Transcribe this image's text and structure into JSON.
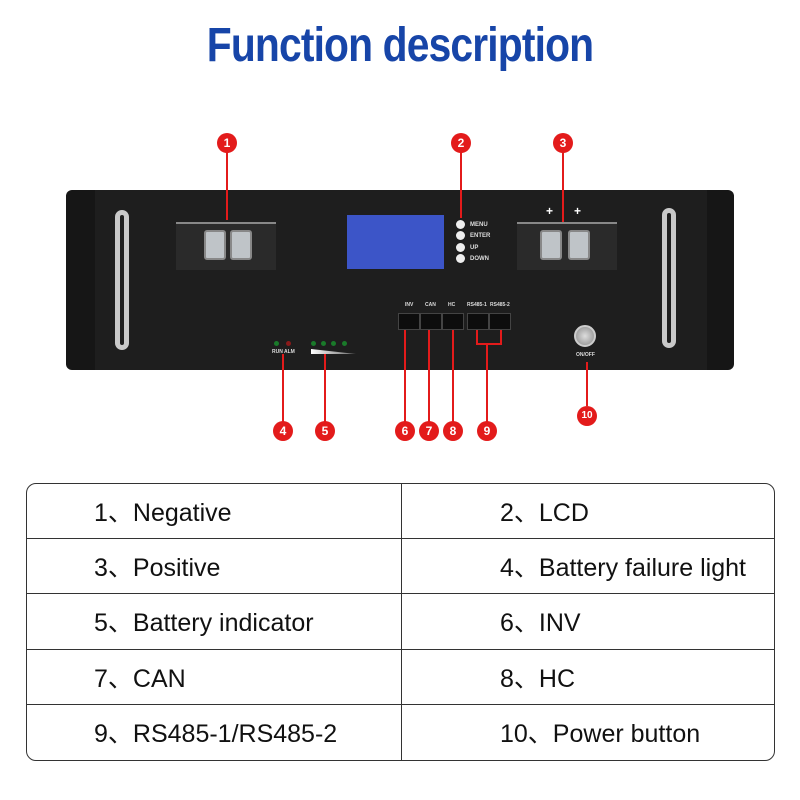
{
  "title": "Function description",
  "callouts": [
    "1",
    "2",
    "3",
    "4",
    "5",
    "6",
    "7",
    "8",
    "9",
    "10"
  ],
  "device": {
    "buttons": [
      "MENU",
      "ENTER",
      "UP",
      "DOWN"
    ],
    "ports": [
      "INV",
      "CAN",
      "HC",
      "RS485-1",
      "RS485-2"
    ],
    "leds": [
      "RUN",
      "ALM"
    ],
    "power_label": "ON/OFF",
    "plus": "+"
  },
  "table": [
    [
      "1、Negative",
      "2、LCD"
    ],
    [
      "3、Positive",
      "4、Battery failure light"
    ],
    [
      "5、Battery indicator",
      "6、INV"
    ],
    [
      "7、CAN",
      "8、HC"
    ],
    [
      "9、RS485-1/RS485-2",
      "10、Power button"
    ]
  ]
}
